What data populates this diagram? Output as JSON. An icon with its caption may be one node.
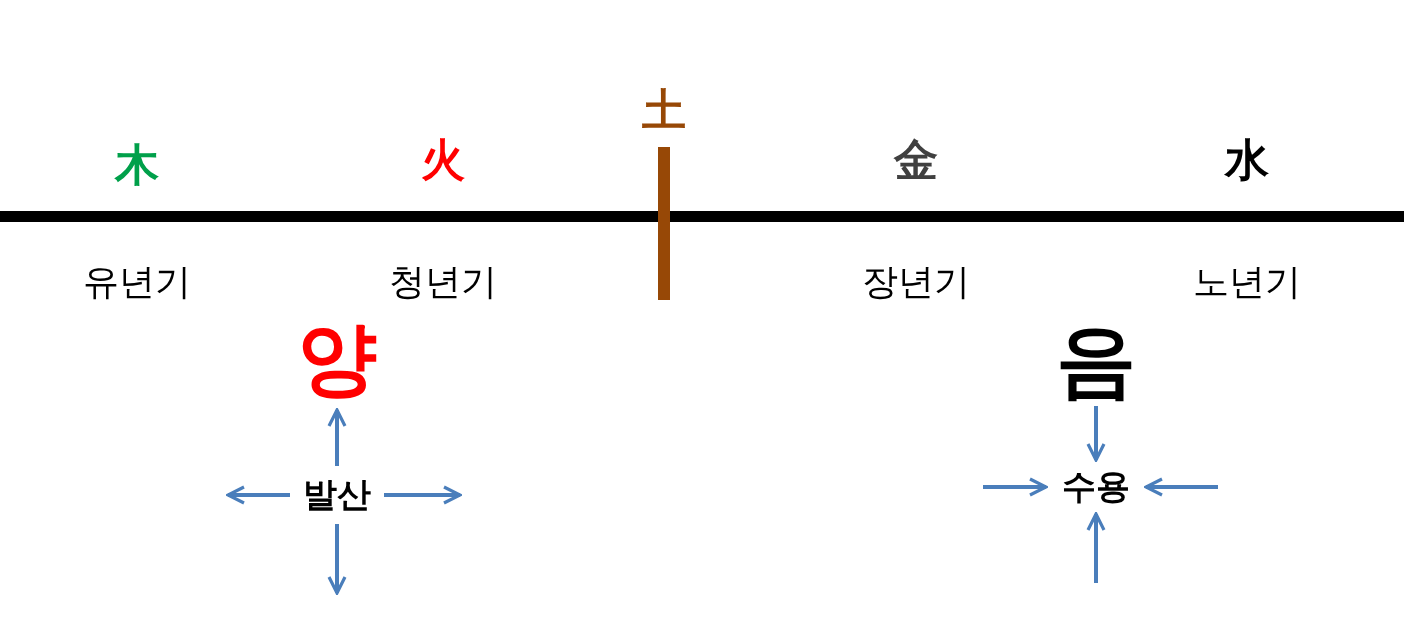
{
  "diagram": {
    "nodes": [
      {
        "text": [
          "발산"
        ]
      },
      {
        "text": [
          "수용"
        ]
      },
      {
        "text": [
          "양"
        ]
      },
      {
        "text": [
          "음"
        ]
      }
    ],
    "edges": [
      {
        "from": 0,
        "to": 2,
        "arrow": "to"
      },
      {
        "from": 0,
        "to": null,
        "arrow": "to"
      },
      {
        "from": 0,
        "to": null,
        "arrow": "to"
      },
      {
        "from": 0,
        "to": null,
        "arrow": "to"
      },
      {
        "from": 3,
        "to": 1,
        "arrow": "to"
      },
      {
        "from": null,
        "to": 1,
        "arrow": "to"
      },
      {
        "from": null,
        "to": 1,
        "arrow": "to"
      },
      {
        "from": null,
        "to": 1,
        "arrow": "to"
      }
    ],
    "labels": [
      "土",
      "木",
      "火",
      "金",
      "水",
      "유년기",
      "청년기",
      "장년기",
      "노년기"
    ]
  }
}
